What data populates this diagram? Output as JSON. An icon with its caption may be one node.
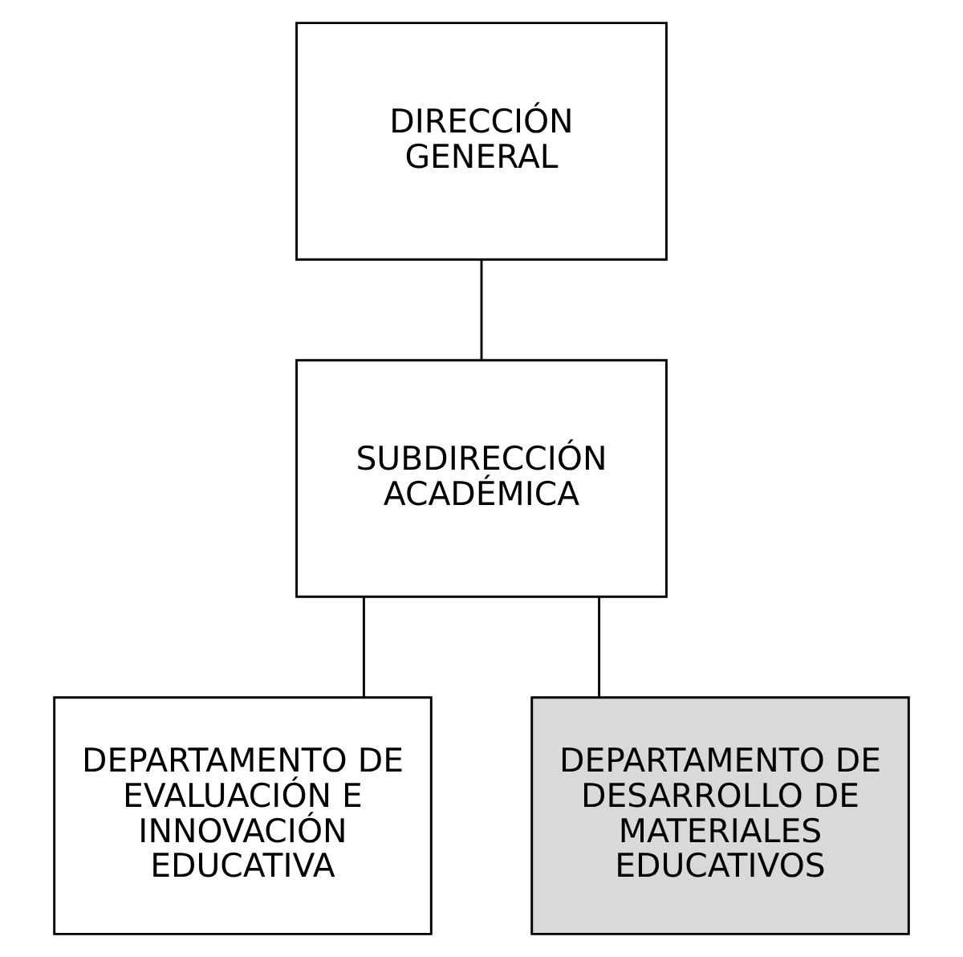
{
  "diagram": {
    "nodes": [
      {
        "text": [
          "DIRECCIÓN GENERAL"
        ]
      },
      {
        "text": [
          "SUBDIRECCIÓN ACADÉMICA"
        ]
      },
      {
        "text": [
          "DEPARTAMENTO DE EVALUACIÓN E INNOVACIÓN EDUCATIVA"
        ]
      },
      {
        "text": [
          "DEPARTAMENTO DE DESARROLLO DE MATERIALES EDUCATIVOS"
        ]
      }
    ],
    "edges": [
      {
        "from": 0,
        "to": 1,
        "arrow": "none"
      },
      {
        "from": 1,
        "to": 2,
        "arrow": "none"
      },
      {
        "from": 1,
        "to": 3,
        "arrow": "none"
      }
    ]
  }
}
